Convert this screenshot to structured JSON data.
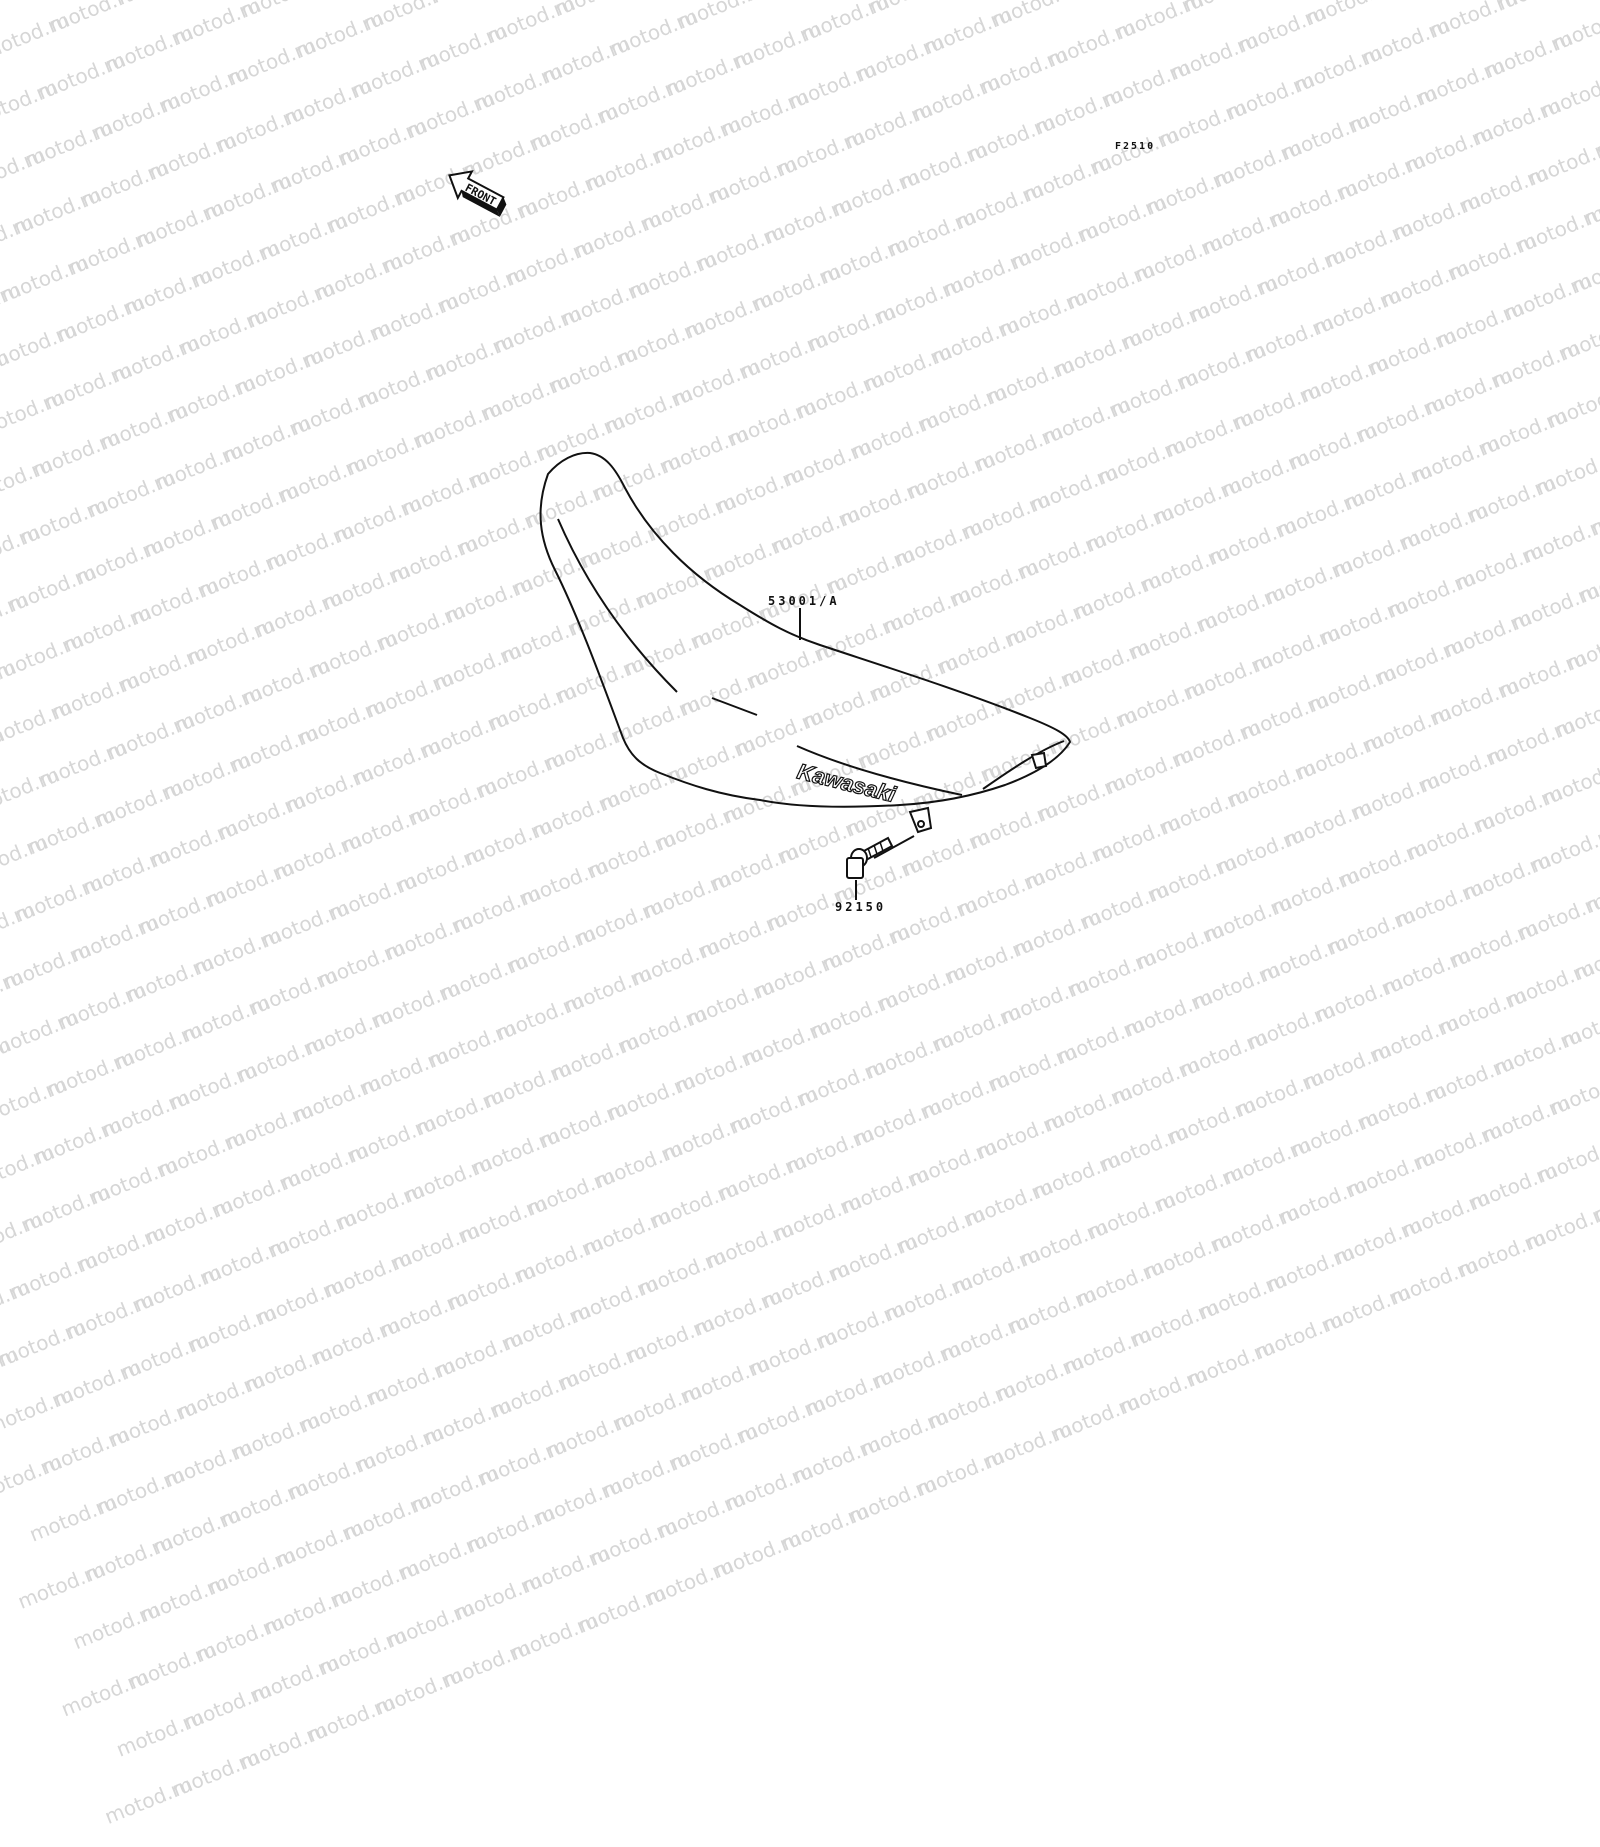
{
  "diagram": {
    "figure_code": "F2510",
    "front_indicator": "FRONT",
    "brand_text": "Kawasaki",
    "watermark": "motod.ru",
    "parts": [
      {
        "number": "53001/A",
        "name": "seat"
      },
      {
        "number": "92150",
        "name": "bolt"
      }
    ],
    "colors": {
      "line": "#111111",
      "watermark": "#d6d6d6",
      "background": "#ffffff"
    }
  }
}
